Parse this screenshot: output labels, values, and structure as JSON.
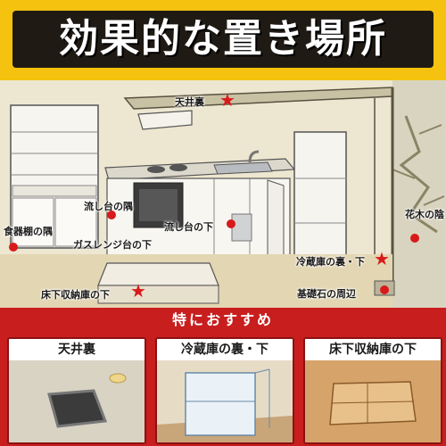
{
  "header": {
    "title": "効果的な置き場所"
  },
  "locations": {
    "ceiling": "天井裏",
    "sink_corner": "流し台の隅",
    "cupboard_corner": "食器棚の隅",
    "under_sink": "流し台の下",
    "flowerbed_shade": "花木の陰",
    "under_gas_range": "ガスレンジ台の下",
    "behind_under_fridge": "冷蔵庫の裏・下",
    "underfloor_storage": "床下収納庫の下",
    "foundation_stone": "基礎石の周辺"
  },
  "recommend": {
    "banner": "特におすすめ",
    "panels": [
      {
        "title": "天井裏"
      },
      {
        "title": "冷蔵庫の裏・下"
      },
      {
        "title": "床下収納庫の下"
      }
    ]
  },
  "colors": {
    "header_bg": "#f5c20f",
    "title_bg": "#1f1b14",
    "marker": "#d91a1a",
    "recommend_bg": "#c81e1e"
  }
}
